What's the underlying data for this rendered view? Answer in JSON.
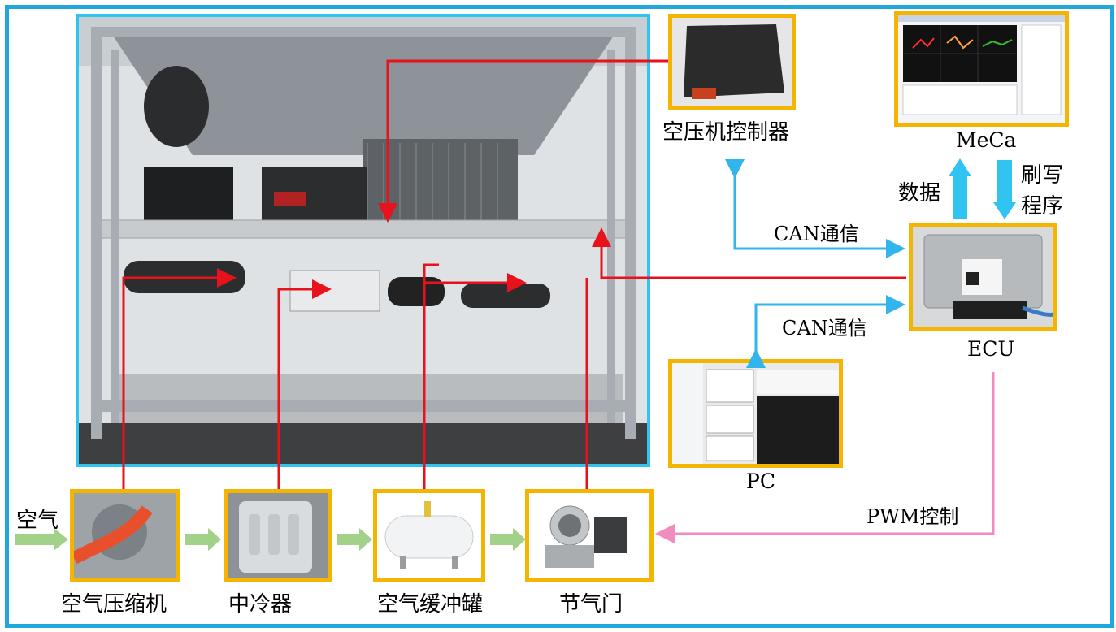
{
  "labels": {
    "controller": "空压机控制器",
    "meca": "MeCa",
    "data": "数据",
    "flash_line1": "刷写",
    "flash_line2": "程序",
    "can_top": "CAN通信",
    "can_mid": "CAN通信",
    "ecu": "ECU",
    "pc": "PC",
    "pwm": "PWM控制",
    "air_in": "空气",
    "compressor": "空气压缩机",
    "intercooler": "中冷器",
    "buffer_tank": "空气缓冲罐",
    "throttle": "节气门"
  },
  "colors": {
    "frame": "#20a7dc",
    "photo_border_main": "#32c4f0",
    "photo_border_component": "#f4b400",
    "signal_line": "#e8121c",
    "can_line": "#32b4ec",
    "pwm_line": "#f08cc0",
    "airflow_arrow": "#9fd080"
  },
  "icons": {
    "test_bench_photo": "test-bench-photo",
    "controller_photo": "controller-photo",
    "meca_screen": "meca-software-screen",
    "ecu_photo": "ecu-photo",
    "pc_screen": "pc-software-screen",
    "compressor_photo": "air-compressor-photo",
    "intercooler_photo": "intercooler-photo",
    "tank_photo": "buffer-tank-photo",
    "throttle_photo": "throttle-valve-photo"
  }
}
